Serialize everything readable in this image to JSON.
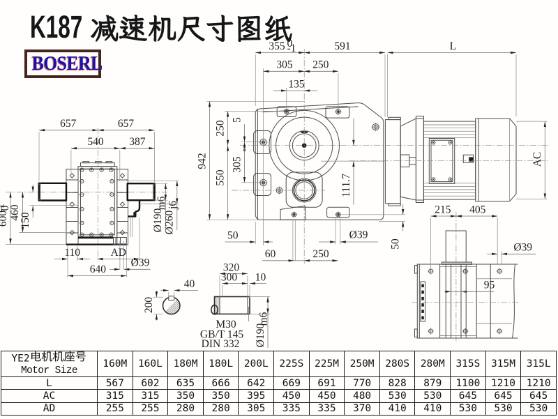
{
  "title": {
    "prefix": "K187",
    "cjk": "减速机尺寸图纸"
  },
  "logo": {
    "text": "BOSERL"
  },
  "views": {
    "front": {
      "dims": {
        "w657_left": "657",
        "w657_right": "657",
        "w540": "540",
        "w387": "387",
        "h600": "600",
        "h600_tol_top": "0",
        "h600_tol_bot": "-1",
        "h460": "460",
        "h150": "150",
        "d190": "Ø190",
        "d190_fit": "m6",
        "d260": "Ø260",
        "d260_fit": "j6",
        "w110": "110",
        "wAD": "AD",
        "d39": "Ø39",
        "w640": "640"
      }
    },
    "side": {
      "dims": {
        "w355": "355",
        "w355_tol_top": "0",
        "w355_tol_bot": "-1",
        "w591": "591",
        "w305_top": "305",
        "w250_top": "250",
        "w135": "135",
        "h942": "942",
        "h250": "250",
        "h5": "5",
        "h305": "305",
        "h550": "550",
        "h111_7": "111.7",
        "w50_bottom": "50",
        "w60": "60",
        "w250_bottom": "250",
        "d39": "Ø39",
        "h50_right": "50"
      }
    },
    "motor": {
      "dims": {
        "L": "L",
        "AC": "AC"
      }
    },
    "top": {
      "dims": {
        "w215": "215",
        "w405": "405",
        "d39": "Ø39",
        "w95": "95"
      }
    },
    "shaft_section": {
      "dims": {
        "w40": "40",
        "d200": "200"
      }
    },
    "shaft_end": {
      "dims": {
        "l320": "320",
        "l300": "300",
        "l10": "10",
        "d190": "Ø190",
        "d190_fit": "m6"
      },
      "labels": {
        "thread": "M30",
        "standard1": "GB/T 145",
        "standard2": "DIN 332"
      }
    }
  },
  "table": {
    "header": {
      "col1_prefix": "YE2",
      "col1_cjk": "电机机座号",
      "col1_line2": "Motor Size"
    },
    "columns": [
      "160M",
      "160L",
      "180M",
      "180L",
      "200L",
      "225S",
      "225M",
      "250M",
      "280S",
      "280M",
      "315S",
      "315M",
      "315L"
    ],
    "rows": [
      {
        "label": "L",
        "values": [
          "567",
          "602",
          "635",
          "666",
          "642",
          "669",
          "691",
          "770",
          "828",
          "879",
          "1100",
          "1210",
          "1210"
        ]
      },
      {
        "label": "AC",
        "values": [
          "315",
          "315",
          "350",
          "350",
          "395",
          "450",
          "450",
          "480",
          "530",
          "530",
          "645",
          "645",
          "645"
        ]
      },
      {
        "label": "AD",
        "values": [
          "255",
          "255",
          "280",
          "280",
          "305",
          "335",
          "335",
          "370",
          "410",
          "410",
          "530",
          "530",
          "530"
        ]
      }
    ]
  }
}
